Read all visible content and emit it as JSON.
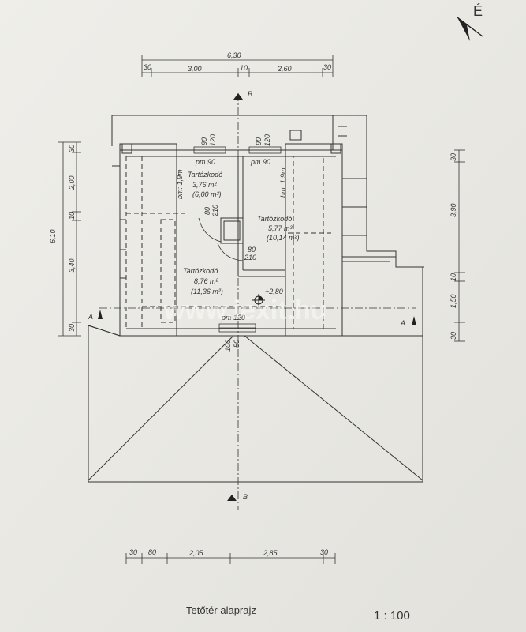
{
  "drawing": {
    "title": "Tetőtér alaprajz",
    "scale": "1 : 100",
    "north_label": "É",
    "watermark": "www.iexit.hu",
    "section_b": "B",
    "section_a": "A"
  },
  "top_dims": {
    "overall": "6,30",
    "segments": [
      "30",
      "3,00",
      "10",
      "2,60",
      "30"
    ]
  },
  "bottom_dims": {
    "segments": [
      "30",
      "80",
      "2,05",
      "2,85",
      "30"
    ]
  },
  "left_dims": {
    "overall": "6,10",
    "segments": [
      "30",
      "2,00",
      "10",
      "3,40",
      "30"
    ]
  },
  "right_dims": {
    "segments": [
      "30",
      "3,90",
      "10",
      "1,50",
      "30"
    ]
  },
  "rooms": [
    {
      "name": "Tartózkodó",
      "area": "3,76 m²",
      "area_full": "(6,00 m²)",
      "height": "bm: 1,9m"
    },
    {
      "name": "Tartózkodó",
      "area": "5,77 m²",
      "area_full": "(10,14 m²)",
      "height": "bm: 1,9m"
    },
    {
      "name": "Tartózkodó",
      "area": "8,76 m²",
      "area_full": "(11,36 m²)"
    }
  ],
  "openings": {
    "pm90_a": "pm 90",
    "pm90_a_h": "90",
    "pm90_a_s": "120",
    "pm90_b": "pm 90",
    "pm90_b_h": "90",
    "pm90_b_s": "120",
    "pm120": "pm 120",
    "door1_w": "80",
    "door1_h": "210",
    "door2_w": "80",
    "door2_h": "210",
    "gable_1": "100",
    "gable_2": "50"
  },
  "level": "+2,80"
}
